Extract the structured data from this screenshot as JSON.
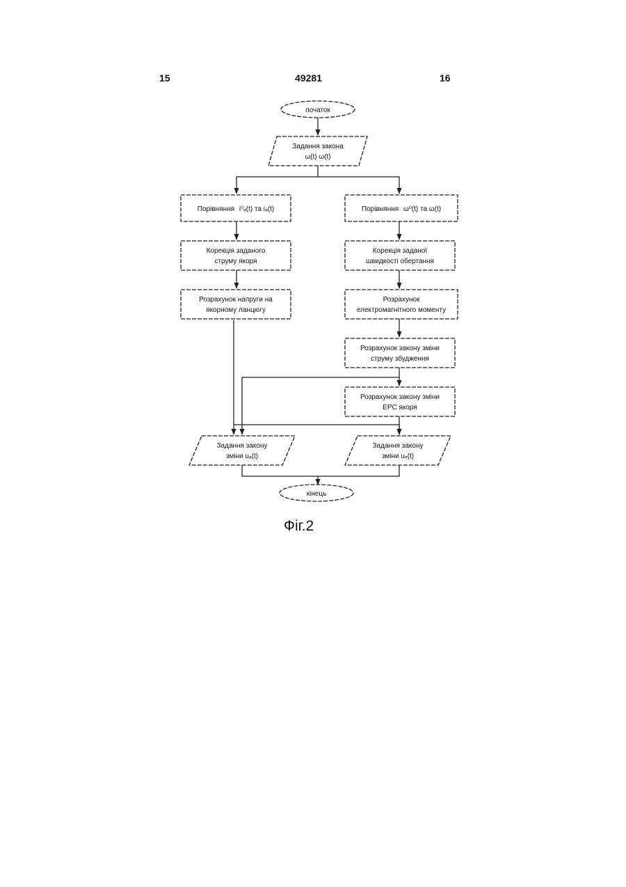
{
  "header": {
    "page_left": "15",
    "patent_number": "49281",
    "page_right": "16"
  },
  "caption": "Фіг.2",
  "nodes": {
    "start": "початок",
    "input_laws_1": "Задання закона",
    "input_laws_2": "ω(t)  ω(t)",
    "compare_current_1": "Порівняння",
    "compare_current_2": "i⁰ₐ(t)  та  iₐ(t)",
    "compare_speed_1": "Порівняння",
    "compare_speed_2": "ω⁰(t)  та  ω(t)",
    "correct_current_1": "Корекція заданого",
    "correct_current_2": "струму якоря",
    "correct_speed_1": "Корекція заданої",
    "correct_speed_2": "швидкості обертання",
    "calc_voltage_1": "Розрахунок напруги на",
    "calc_voltage_2": "якорному ланцюгу",
    "calc_torque_1": "Розрахунок",
    "calc_torque_2": "електромагнітного моменту",
    "calc_excitation_1": "Розрахунок закону зміни",
    "calc_excitation_2": "струму збудження",
    "calc_emf_1": "Розрахунок закону зміни",
    "calc_emf_2": "ЕРС якоря",
    "output_left_1": "Задання закону",
    "output_left_2": "зміни uₐ(t)",
    "output_right_1": "Задання закону",
    "output_right_2": "зміни uₑ(t)",
    "end": "кінець"
  }
}
